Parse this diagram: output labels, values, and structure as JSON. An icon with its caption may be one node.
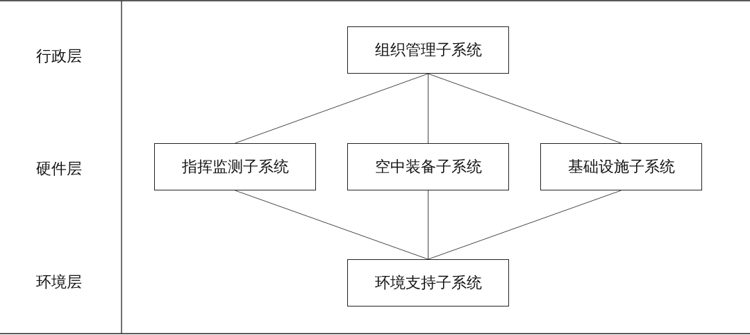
{
  "diagram": {
    "nodes": [
      {
        "text": [
          "组织管理子系统"
        ]
      },
      {
        "text": [
          "指挥监测子系统"
        ]
      },
      {
        "text": [
          "空中装备子系统"
        ]
      },
      {
        "text": [
          "基础设施子系统"
        ]
      },
      {
        "text": [
          "环境支持子系统"
        ]
      }
    ],
    "edges": [
      {
        "from": 0,
        "to": 1,
        "arrow": "none"
      },
      {
        "from": 0,
        "to": 2,
        "arrow": "none"
      },
      {
        "from": 0,
        "to": 3,
        "arrow": "none"
      },
      {
        "from": 1,
        "to": 4,
        "arrow": "none"
      },
      {
        "from": 2,
        "to": 4,
        "arrow": "none"
      },
      {
        "from": 3,
        "to": 4,
        "arrow": "none"
      }
    ],
    "labels": [
      "行政层",
      "硬件层",
      "环境层"
    ]
  }
}
